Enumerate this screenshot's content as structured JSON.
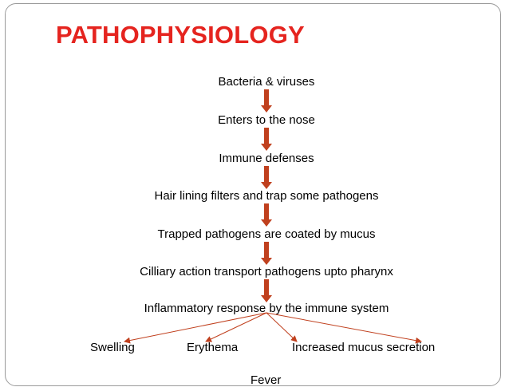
{
  "title": "PATHOPHYSIOLOGY",
  "steps": [
    "Bacteria & viruses",
    "Enters to the nose",
    "Immune defenses",
    "Hair lining filters and trap some pathogens",
    "Trapped pathogens are coated by mucus",
    "Cilliary action transport pathogens upto pharynx",
    "Inflammatory response by the immune system"
  ],
  "effects": [
    "Swelling",
    "Erythema",
    "Increased mucus secretion",
    "Fever"
  ],
  "colors": {
    "title": "#e5241f",
    "arrow": "#c0401e"
  }
}
